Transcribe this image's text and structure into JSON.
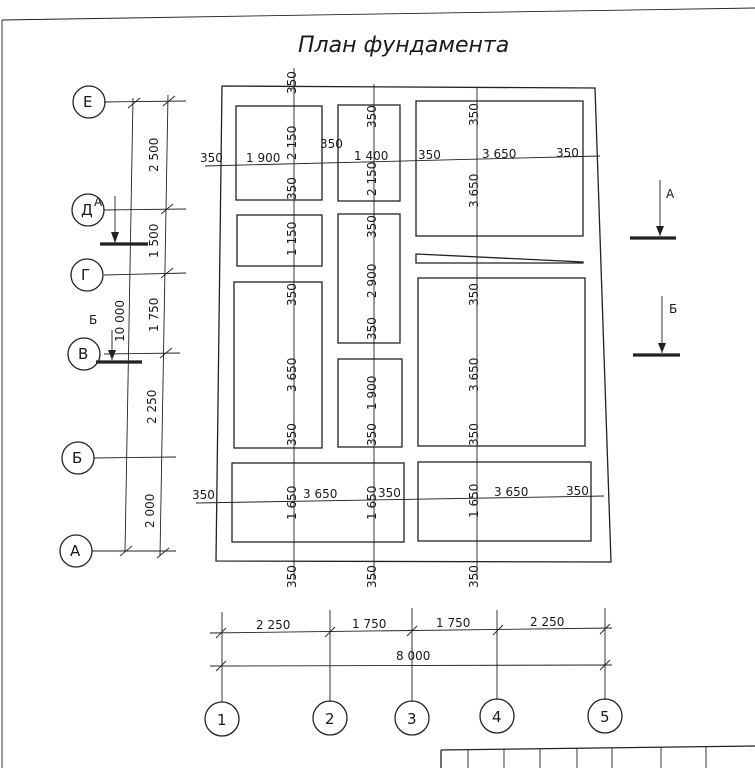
{
  "title": "План фундамента",
  "row_axes": [
    "Е",
    "Д",
    "Г",
    "В",
    "Б",
    "А"
  ],
  "col_axes": [
    "1",
    "2",
    "3",
    "4",
    "5"
  ],
  "left_dims": [
    "2 500",
    "1 500",
    "1 750",
    "2 250",
    "2 000"
  ],
  "left_total": "10 000",
  "bottom_dims": [
    "2 250",
    "1 750",
    "1 750",
    "2 250"
  ],
  "bottom_total": "8 000",
  "section_marks": [
    "А",
    "Б",
    "А",
    "Б"
  ],
  "inner_dims": {
    "top_350": "350",
    "row1": [
      "350",
      "1 900",
      "350",
      "1 400",
      "350",
      "3 650",
      "350"
    ],
    "v_col1": [
      "2 150",
      "350",
      "1 150",
      "350",
      "3 650",
      "350",
      "1 650",
      "350"
    ],
    "v_col2": [
      "350",
      "2 150",
      "350",
      "2 900",
      "350",
      "1 900",
      "350",
      "1 650",
      "350"
    ],
    "v_col3": [
      "350",
      "3 650",
      "350",
      "3 650",
      "350",
      "1 650",
      "350"
    ],
    "row_bottom": [
      "350",
      "3 650",
      "350",
      "3 650",
      "350"
    ]
  }
}
